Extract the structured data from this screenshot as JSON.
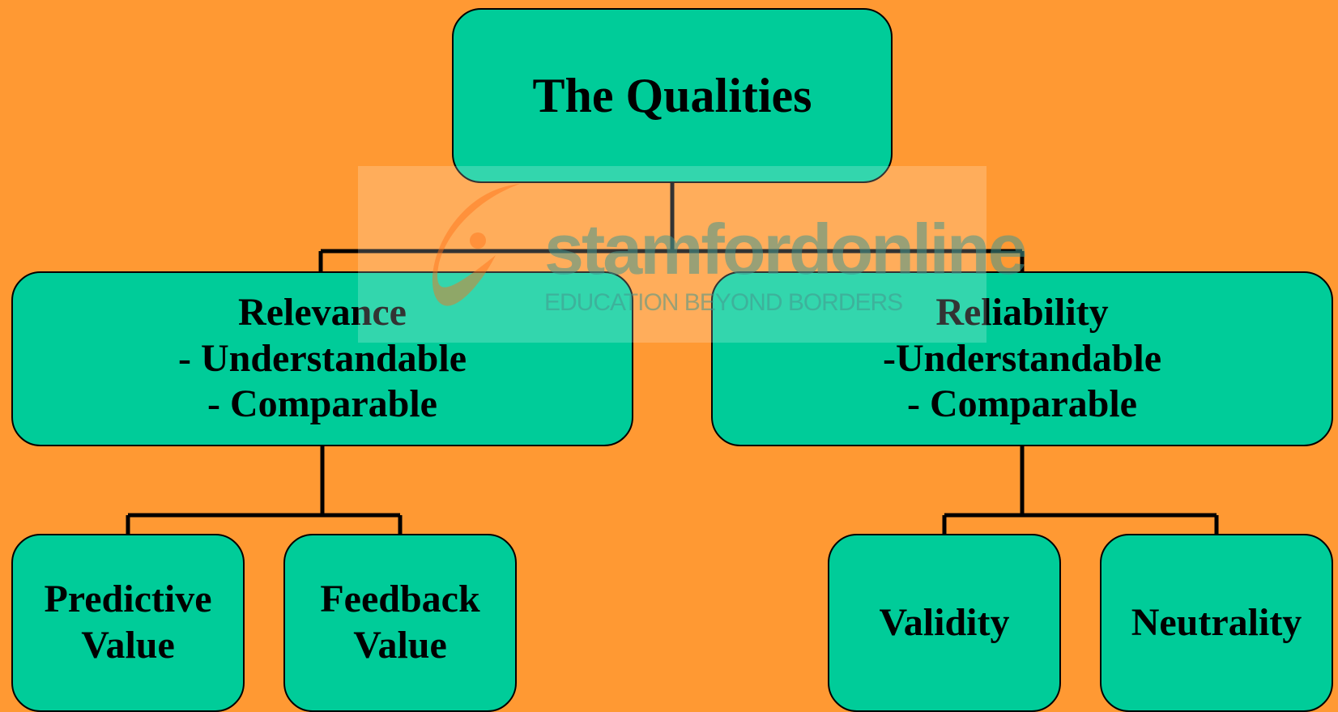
{
  "diagram": {
    "root": {
      "label": "The Qualities"
    },
    "relevance": {
      "lines": [
        "Relevance",
        "- Understandable",
        "- Comparable"
      ]
    },
    "reliability": {
      "lines": [
        "Reliability",
        "-Understandable",
        "- Comparable"
      ]
    },
    "predictive_value": {
      "lines": [
        "Predictive",
        "Value"
      ]
    },
    "feedback_value": {
      "lines": [
        "Feedback",
        "Value"
      ]
    },
    "validity": {
      "label": "Validity"
    },
    "neutrality": {
      "label": "Neutrality"
    }
  },
  "watermark": {
    "wordmark": "stamfordonline",
    "tagline": "EDUCATION BEYOND BORDERS"
  },
  "colors": {
    "background": "#FF9933",
    "node_fill": "#00CC99",
    "connector": "#000000"
  }
}
